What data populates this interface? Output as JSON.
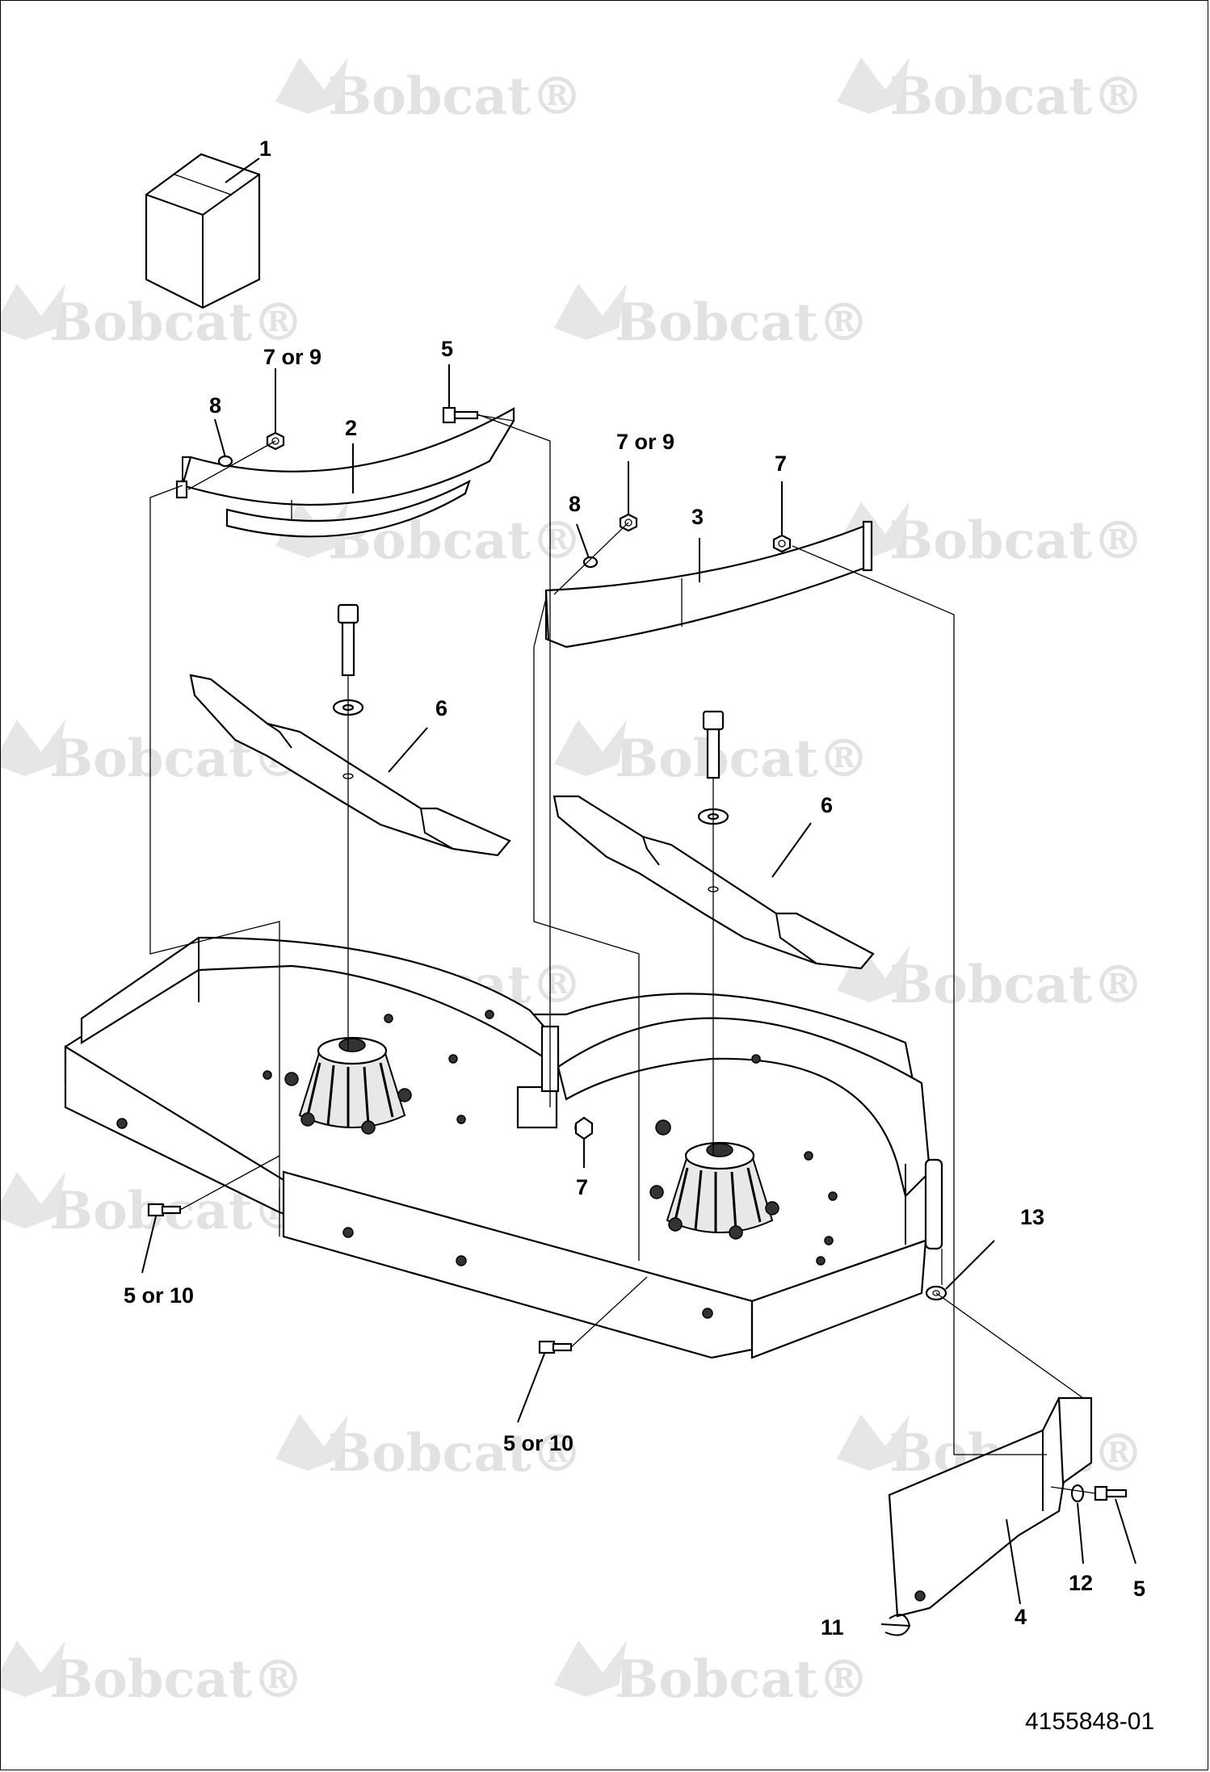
{
  "watermark": {
    "brand": "Bobcat",
    "mark": "®"
  },
  "part_number": "4155848-01",
  "callouts": {
    "c1": "1",
    "c2": "2",
    "c3": "3",
    "c4": "4",
    "c5a": "5",
    "c5b": "5",
    "c6a": "6",
    "c6b": "6",
    "c7a": "7",
    "c7b": "7",
    "c7c": "7",
    "c8a": "8",
    "c8b": "8",
    "c11": "11",
    "c12": "12",
    "c13": "13",
    "c7or9a": "7 or 9",
    "c7or9b": "7 or 9",
    "c5or10a": "5 or 10",
    "c5or10b": "5 or 10"
  }
}
